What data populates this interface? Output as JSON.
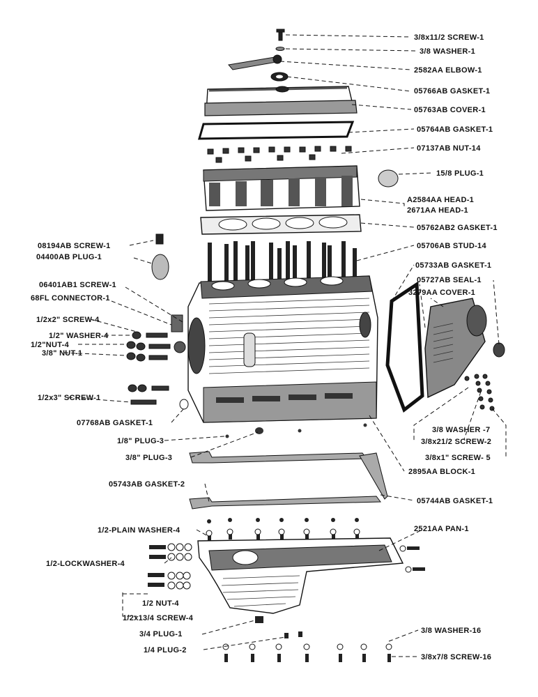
{
  "labels": {
    "screw_38x112": "3/8x11/2 SCREW-1",
    "washer_38_top": "3/8 WASHER-1",
    "elbow": "2582AA ELBOW-1",
    "gasket_05766": "05766AB GASKET-1",
    "cover_05763": "05763AB COVER-1",
    "gasket_05764": "05764AB GASKET-1",
    "nut_07137": "07137AB NUT-14",
    "plug_158": "15/8 PLUG-1",
    "head_a2584": "A2584AA HEAD-1",
    "head_2671": "2671AA HEAD-1",
    "gasket_05762": "05762AB2 GASKET-1",
    "screw_08194": "08194AB SCREW-1",
    "plug_04400": "04400AB PLUG-1",
    "stud_05706": "05706AB STUD-14",
    "gasket_05733": "05733AB GASKET-1",
    "screw_06401": "06401AB1 SCREW-1",
    "seal_05727": "05727AB SEAL-1",
    "connector_68fl": "68FL CONNECTOR-1",
    "cover_3279": "3279AA COVER-1",
    "screw_12x2": "1/2x2\" SCREW-4",
    "washer_12": "1/2\" WASHER-4",
    "nut_12": "1/2\"NUT-4",
    "nut_38": "3/8\" NUT-1",
    "screw_12x3": "1/2x3\" SCREW-1",
    "gasket_07768": "07768AB GASKET-1",
    "washer_38_7": "3/8 WASHER -7",
    "screw_38x212": "3/8x21/2 SCREW-2",
    "plug_18": "1/8\" PLUG-3",
    "plug_38": "3/8\" PLUG-3",
    "screw_38x1": "3/8x1\" SCREW- 5",
    "block_2895": "2895AA BLOCK-1",
    "gasket_05743": "05743AB GASKET-2",
    "gasket_05744": "05744AB GASKET-1",
    "plain_washer": "1/2-PLAIN WASHER-4",
    "pan_2521": "2521AA PAN-1",
    "lockwasher": "1/2-LOCKWASHER-4",
    "nut_12_pan": "1/2 NUT-4",
    "screw_12x134": "1/2x13/4 SCREW-4",
    "plug_34": "3/4 PLUG-1",
    "washer_38_16": "3/8 WASHER-16",
    "plug_14": "1/4 PLUG-2",
    "screw_38x78": "3/8x7/8 SCREW-16"
  }
}
